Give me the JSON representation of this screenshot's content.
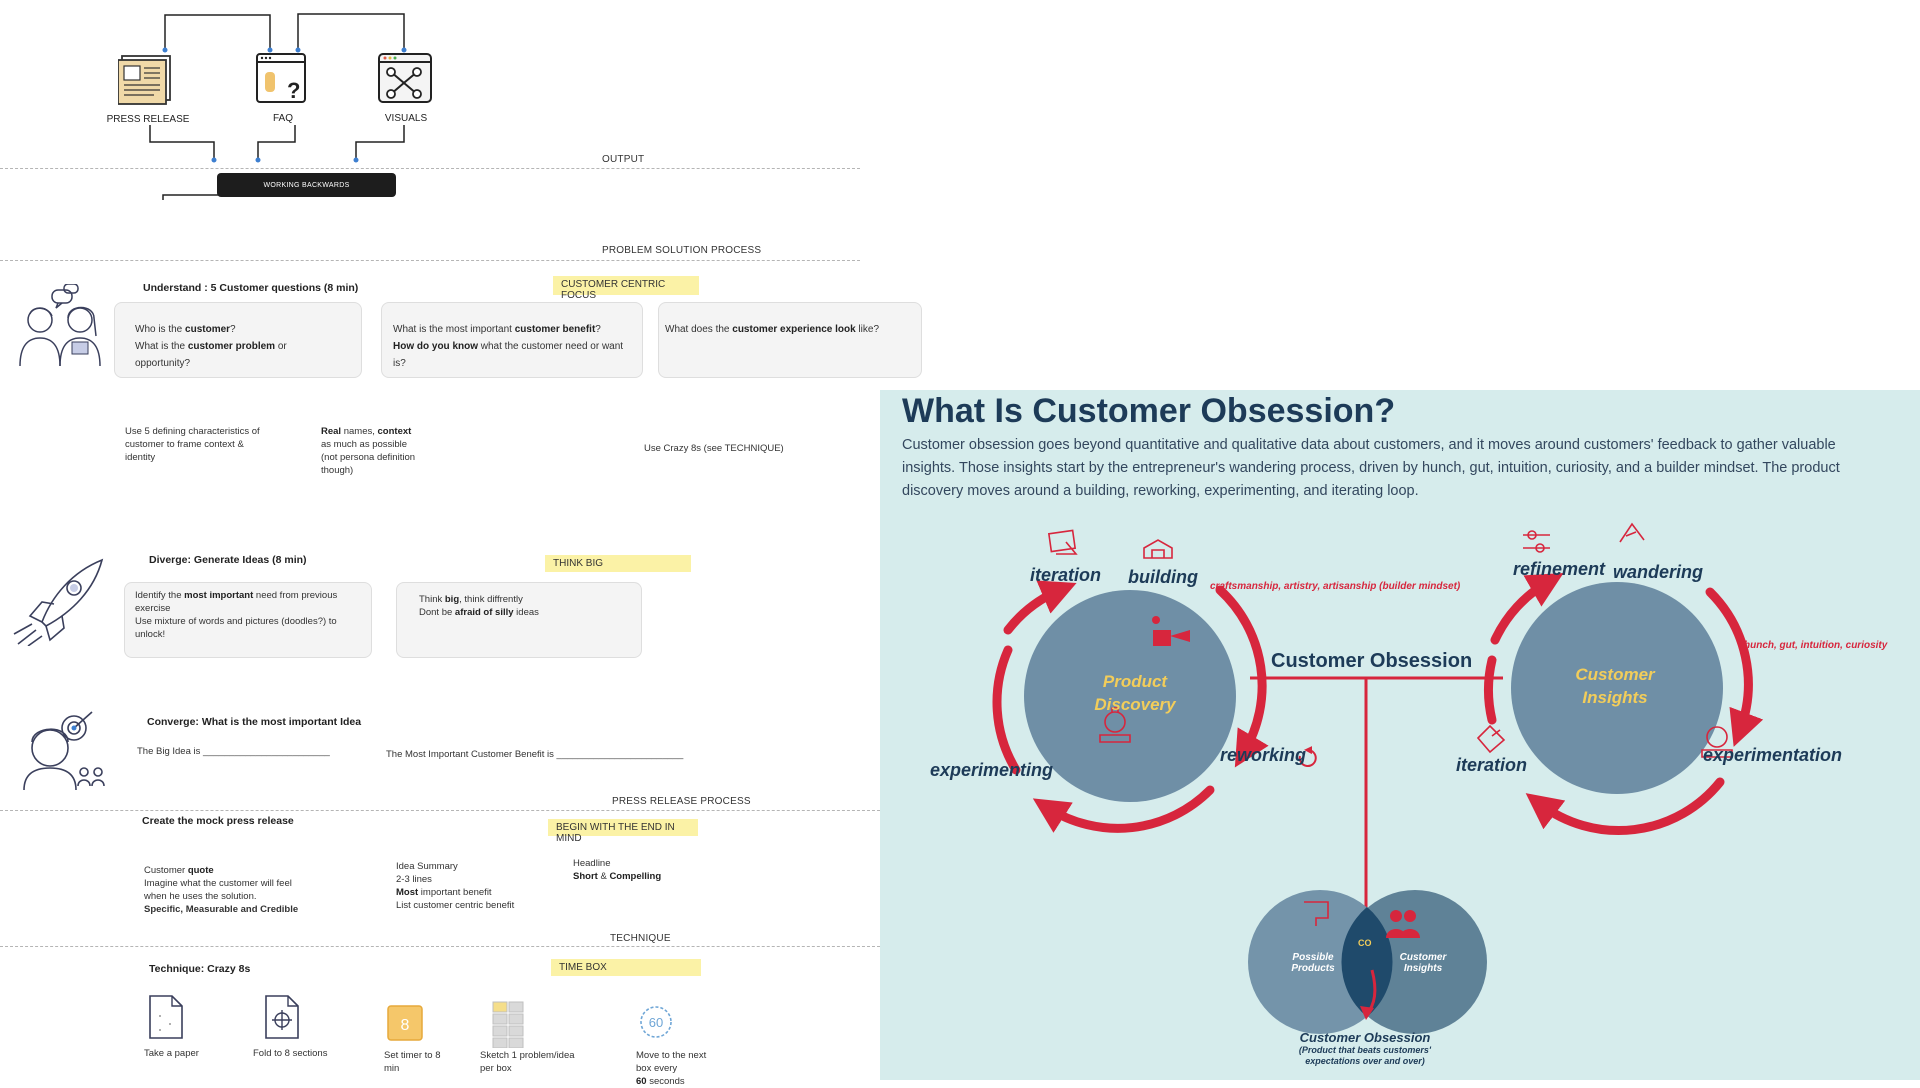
{
  "top_flow": {
    "press_release": "PRESS RELEASE",
    "faq": "FAQ",
    "visuals": "VISUALS",
    "working_backwards": "WORKING BACKWARDS"
  },
  "sections": {
    "output": "OUTPUT",
    "problem_solution": "PROBLEM SOLUTION PROCESS",
    "press_release_process": "PRESS RELEASE PROCESS",
    "technique": "TECHNIQUE"
  },
  "understand": {
    "title": "Understand : 5 Customer questions (8 min)",
    "tag": "CUSTOMER CENTRIC FOCUS",
    "cards": [
      {
        "l1a": "Who is the ",
        "l1b": "customer",
        "l1c": "?",
        "l2a": "What is the ",
        "l2b": "customer problem",
        "l2c": " or opportunity?"
      },
      {
        "l1a": "What is the most important ",
        "l1b": "customer benefit",
        "l1c": "?",
        "l2a": "",
        "l2b": "How do you know",
        "l2c": " what the customer need or want is?"
      },
      {
        "l1a": "What does the ",
        "l1b": "customer experience look",
        "l1c": " like?",
        "l2a": "",
        "l2b": "",
        "l2c": ""
      }
    ],
    "note1": "Use 5 defining characteristics of customer to frame context & identity",
    "note2_b1": "Real",
    "note2_t1": " names, ",
    "note2_b2": "context",
    "note2_t2": " as much as possible (not persona definition though)",
    "note3": "Use Crazy 8s (see TECHNIQUE)"
  },
  "diverge": {
    "title": "Diverge: Generate Ideas (8 min)",
    "tag": "THINK BIG",
    "card1_a": "Identify the ",
    "card1_b": "most important",
    "card1_c": " need from previous exercise",
    "card1_d": "Use mixture of words and pictures (doodles?) to unlock!",
    "card2_a": "Think ",
    "card2_b": "big",
    "card2_c": ", think diffrently",
    "card2_d": "Dont be ",
    "card2_e": "afraid of silly",
    "card2_f": " ideas"
  },
  "converge": {
    "title": "Converge: What is the most important Idea",
    "big_idea": "The Big Idea is ________________________",
    "benefit": "The Most Important Customer Benefit is ________________________"
  },
  "press_release": {
    "title": "Create the mock press release",
    "tag": "BEGIN WITH THE END IN MIND",
    "quote_a": "Customer ",
    "quote_b": "quote",
    "quote_c": "Imagine what the customer will feel when he uses the solution.",
    "quote_d": "Specific, Measurable and Credible",
    "summary_a": "Idea Summary",
    "summary_b": "2-3 lines",
    "summary_c": "Most",
    "summary_d": " important benefit",
    "summary_e": "List customer centric benefit",
    "headline_a": "Headline",
    "headline_b": "Short",
    "headline_c": " & ",
    "headline_d": "Compelling"
  },
  "technique": {
    "title": "Technique: Crazy 8s",
    "tag": "TIME BOX",
    "steps": [
      "Take a paper",
      "Fold to 8 sections",
      "Set timer to 8 min",
      "Sketch 1 problem/idea per box",
      "Move to the next box every"
    ],
    "last_bold": "60",
    "last_tail": " seconds",
    "timer_digit": "8",
    "clock_digit": "60"
  },
  "co": {
    "title": "What Is Customer Obsession?",
    "desc": "Customer obsession goes beyond quantitative and qualitative data about customers, and it moves around customers' feedback to gather valuable insights. Those insights start by the entrepreneur's wandering process, driven by hunch, gut, intuition, curiosity, and a builder mindset. The product discovery moves around a building, reworking, experimenting, and iterating loop.",
    "left_words": [
      "iteration",
      "building",
      "reworking",
      "experimenting"
    ],
    "right_words": [
      "refinement",
      "wandering",
      "experimentation",
      "iteration"
    ],
    "craft_note": "craftsmanship, artistry, artisanship (builder mindset)",
    "hunch_note": "hunch, gut, intuition, curiosity",
    "center_title": "Customer Obsession",
    "left_circle": [
      "Product",
      "Discovery"
    ],
    "right_circle": [
      "Customer",
      "Insights"
    ],
    "venn_left": [
      "Possible",
      "Products"
    ],
    "venn_right": [
      "Customer",
      "Insights"
    ],
    "venn_center": "CO",
    "bottom_title": "Customer Obsession",
    "bottom_sub": [
      "(Product that beats customers'",
      "expectations over and over)"
    ],
    "colors": {
      "bg": "#d6ecec",
      "navy": "#1d3b58",
      "red": "#d7263d",
      "circle": "#6f8fa6",
      "gold": "#f2cd5a"
    }
  }
}
